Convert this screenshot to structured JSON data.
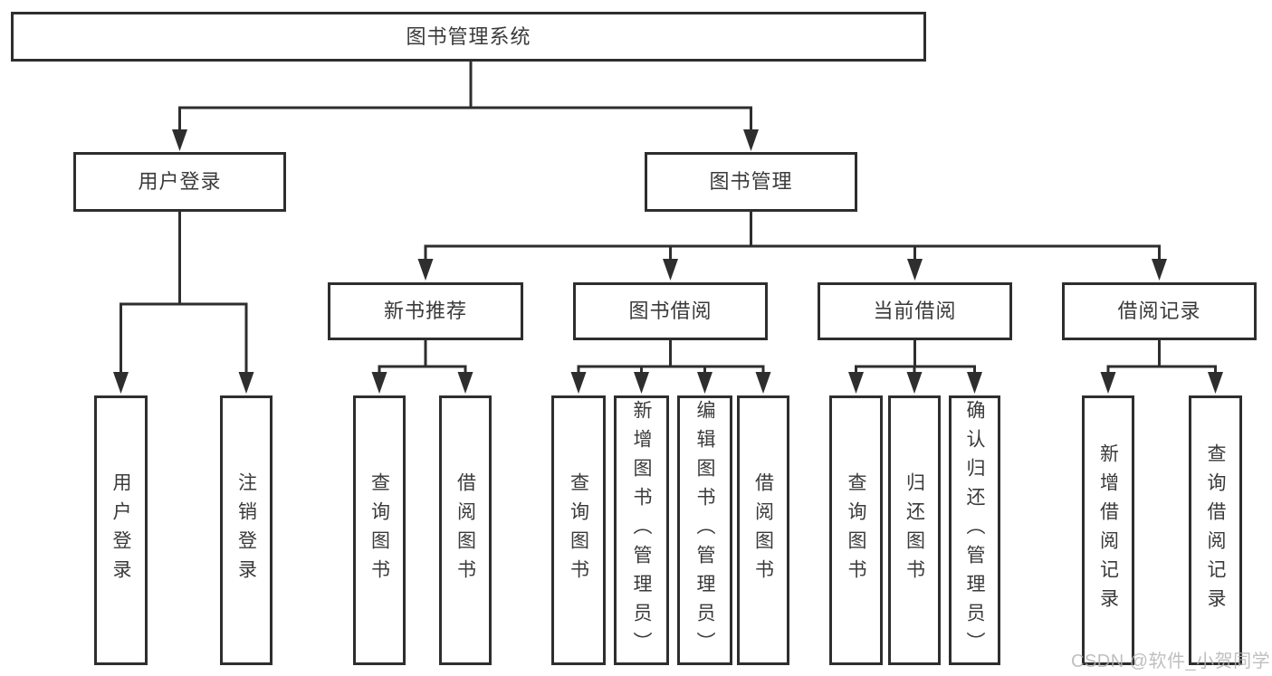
{
  "diagram": {
    "title": "图书管理系统",
    "branches": [
      {
        "label": "用户登录",
        "children": [
          {
            "label": "用户登录"
          },
          {
            "label": "注销登录"
          }
        ]
      },
      {
        "label": "图书管理",
        "children": [
          {
            "label": "新书推荐",
            "children": [
              {
                "label": "查询图书"
              },
              {
                "label": "借阅图书"
              }
            ]
          },
          {
            "label": "图书借阅",
            "children": [
              {
                "label": "查询图书"
              },
              {
                "label": "新增图书（管理员）"
              },
              {
                "label": "编辑图书（管理员）"
              },
              {
                "label": "借阅图书"
              }
            ]
          },
          {
            "label": "当前借阅",
            "children": [
              {
                "label": "查询图书"
              },
              {
                "label": "归还图书"
              },
              {
                "label": "确认归还（管理员）"
              }
            ]
          },
          {
            "label": "借阅记录",
            "children": [
              {
                "label": "新增借阅记录"
              },
              {
                "label": "查询借阅记录"
              }
            ]
          }
        ]
      }
    ],
    "watermark": "CSDN @软件_小贺同学"
  },
  "colors": {
    "line": "#2e2e2e",
    "text": "#3a3a3a",
    "box-bg": "#ffffff",
    "watermark": "#b5b5b5"
  }
}
